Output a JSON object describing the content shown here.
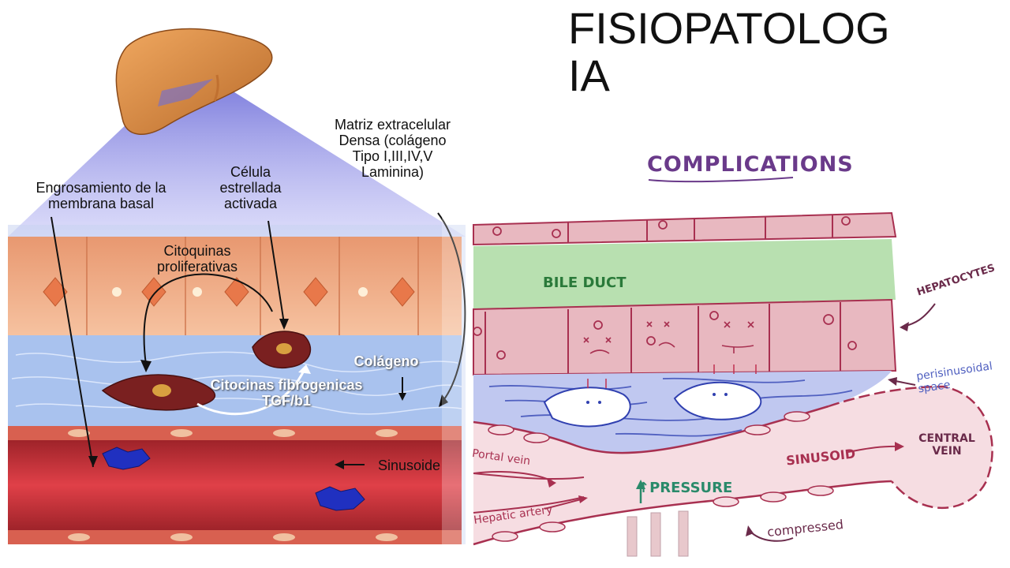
{
  "slide": {
    "title": "FISIOPATOLOG IA"
  },
  "left_figure": {
    "labels": {
      "membrana": "Engrosamiento de la membrana basal",
      "celula": "Célula estrellada activada",
      "matriz": "Matriz extracelular Densa (colágeno Tipo I,III,IV,V Laminina)",
      "citoquinas": "Citoquinas proliferativas",
      "colageno": "Colágeno",
      "citocinas": "Citocinas fibrogenicas TGF/b1",
      "sinusoide": "Sinusoide"
    },
    "colors": {
      "liver": "#d98a45",
      "cone": "#8a8ae6",
      "hepatocyte_band": "#f2b08a",
      "space": "#b8cdf0",
      "sinusoid": "#c8202a",
      "stellate": "#7a2020"
    }
  },
  "right_figure": {
    "heading": "COMPLICATIONS",
    "labels": {
      "bile_duct": "BILE DUCT",
      "hepatocytes": "HEPATOCYTES",
      "perisinusoidal": "perisinusoidal space",
      "portal_vein": "Portal vein",
      "hepatic_artery": "Hepatic artery",
      "pressure": "↑PRESSURE",
      "sinusoid": "SINUSOID",
      "central_vein": "CENTRAL VEIN",
      "compressed": "compressed"
    },
    "colors": {
      "heading": "#6a3a8a",
      "bile_duct": "#b8e0b0",
      "hepatocyte": "#e8b8c0",
      "outline": "#a83050",
      "space": "#c0c8f0",
      "sinus": "#f6dde2",
      "pressure": "#2a8a6a"
    }
  }
}
